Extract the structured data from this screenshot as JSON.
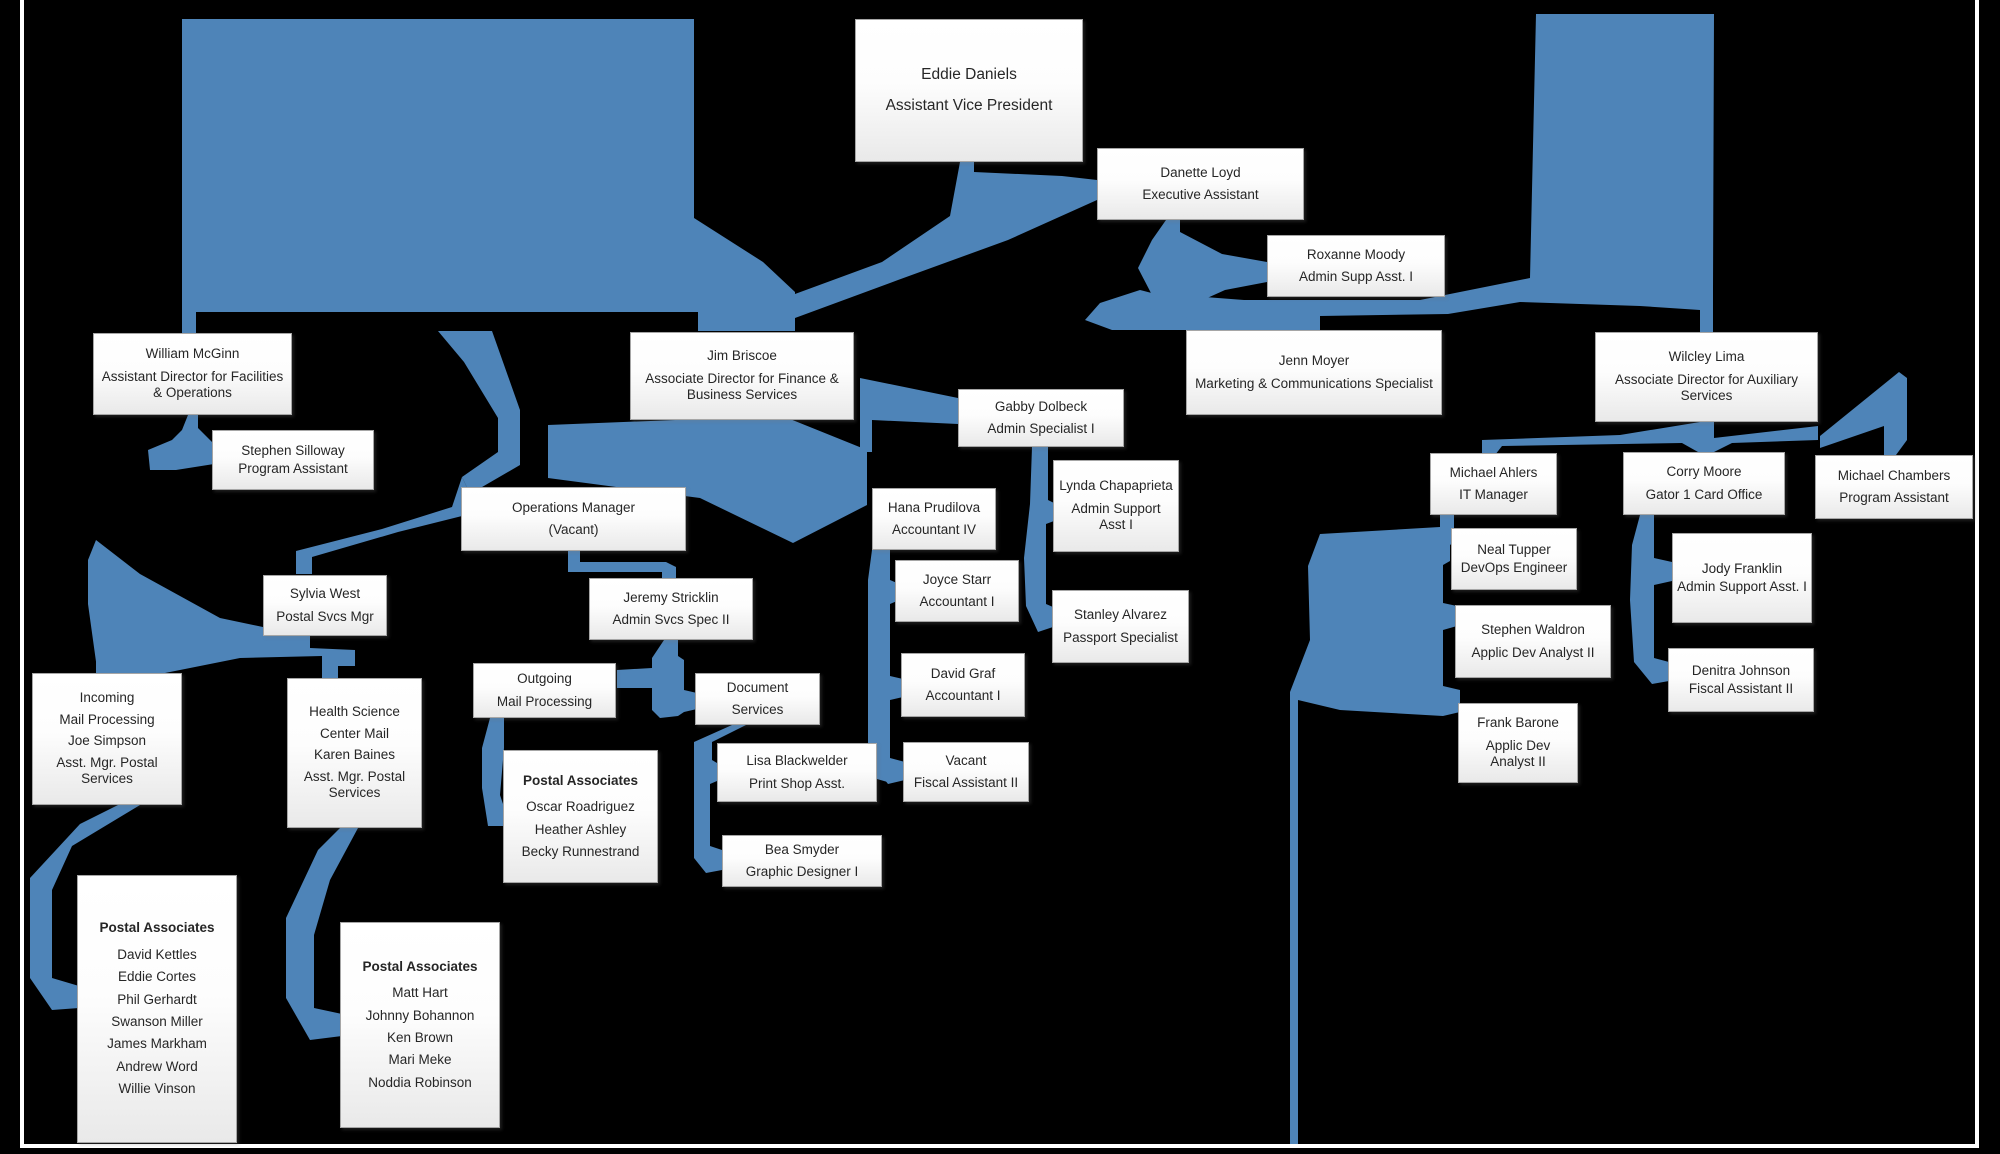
{
  "colors": {
    "background": "#000000",
    "connector": "#4e84b8",
    "box_border": "#a6a6a6",
    "text": "#262626",
    "frame": "#ffffff"
  },
  "nodes": {
    "eddie": {
      "name": "Eddie Daniels",
      "title": "Assistant Vice President"
    },
    "danette": {
      "name": "Danette Loyd",
      "title": "Executive Assistant"
    },
    "roxanne": {
      "name": "Roxanne Moody",
      "title": "Admin Supp Asst. I"
    },
    "mcginn": {
      "name": "William McGinn",
      "title": "Assistant Director for Facilities & Operations"
    },
    "silloway": {
      "name": "Stephen Silloway",
      "title": "Program Assistant"
    },
    "briscoe": {
      "name": "Jim Briscoe",
      "title": "Associate Director for Finance & Business Services"
    },
    "gabby": {
      "name": "Gabby Dolbeck",
      "title": "Admin Specialist I"
    },
    "lynda": {
      "name": "Lynda Chapaprieta",
      "title": "Admin Support Asst I"
    },
    "jenn": {
      "name": "Jenn Moyer",
      "title": "Marketing & Communications Specialist"
    },
    "wilcley": {
      "name": "Wilcley Lima",
      "title": "Associate Director for Auxiliary Services"
    },
    "corry": {
      "name": "Corry Moore",
      "title": "Gator 1 Card Office"
    },
    "chambers": {
      "name": "Michael Chambers",
      "title": "Program Assistant"
    },
    "ahlers": {
      "name": "Michael Ahlers",
      "title": "IT Manager"
    },
    "tupper": {
      "name": "Neal Tupper",
      "title": "DevOps Engineer"
    },
    "waldron": {
      "name": "Stephen Waldron",
      "title": "Applic Dev Analyst II"
    },
    "barone": {
      "name": "Frank Barone",
      "title": "Applic Dev Analyst II"
    },
    "jody": {
      "name": "Jody Franklin",
      "title": "Admin Support Asst. I"
    },
    "denitra": {
      "name": "Denitra Johnson",
      "title": "Fiscal Assistant II"
    },
    "ops": {
      "name": "Operations Manager",
      "title": "(Vacant)"
    },
    "sylvia": {
      "name": "Sylvia West",
      "title": "Postal Svcs Mgr"
    },
    "jeremy": {
      "name": "Jeremy Stricklin",
      "title": "Admin Svcs Spec II"
    },
    "hana": {
      "name": "Hana Prudilova",
      "title": "Accountant IV"
    },
    "joyce": {
      "name": "Joyce Starr",
      "title": "Accountant I"
    },
    "graf": {
      "name": "David Graf",
      "title": "Accountant I"
    },
    "vacant_fiscal": {
      "name": "Vacant",
      "title": "Fiscal Assistant II"
    },
    "stanley": {
      "name": "Stanley Alvarez",
      "title": "Passport Specialist"
    },
    "outgoing": {
      "name": "Outgoing",
      "title": "Mail Processing"
    },
    "docsvc": {
      "name": "Document",
      "title": "Services"
    },
    "lisa": {
      "name": "Lisa Blackwelder",
      "title": "Print Shop Asst."
    },
    "bea": {
      "name": "Bea Smyder",
      "title": "Graphic Designer I"
    },
    "incoming": {
      "lines": [
        "Incoming",
        "Mail Processing",
        "Joe Simpson",
        "Asst. Mgr. Postal Services"
      ]
    },
    "hsc": {
      "lines": [
        "Health Science",
        "Center Mail",
        "Karen Baines",
        "Asst. Mgr. Postal Services"
      ]
    },
    "pa1": {
      "header": "Postal Associates",
      "members": [
        "David Kettles",
        "Eddie Cortes",
        "Phil Gerhardt",
        "Swanson Miller",
        "James Markham",
        "Andrew Word",
        "Willie Vinson"
      ]
    },
    "pa2": {
      "header": "Postal Associates",
      "members": [
        "Matt Hart",
        "Johnny Bohannon",
        "Ken Brown",
        "Mari Meke",
        "Noddia Robinson"
      ]
    },
    "pa3": {
      "header": "Postal Associates",
      "members": [
        "Oscar Roadriguez",
        "Heather Ashley",
        "Becky Runnestrand"
      ]
    }
  }
}
